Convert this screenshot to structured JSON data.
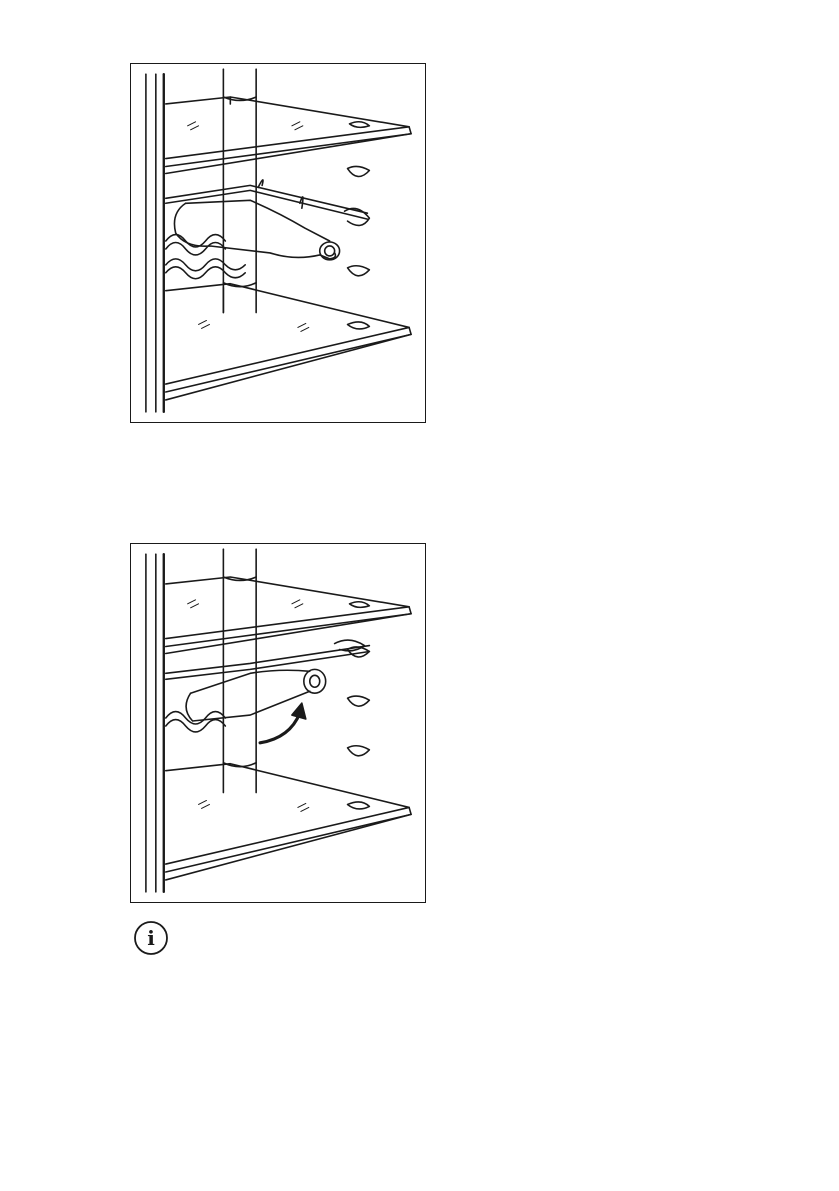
{
  "page": {
    "figures": [
      {
        "id": "fig1",
        "icon": "bottle-on-rack-illustration"
      },
      {
        "id": "fig2",
        "icon": "bottle-tilt-rack-illustration",
        "arrow": "curved-arrow-icon"
      }
    ],
    "note": {
      "icon": "info-icon",
      "glyph": "i"
    },
    "colors": {
      "ink": "#1a1a1a",
      "paper": "#ffffff"
    }
  }
}
